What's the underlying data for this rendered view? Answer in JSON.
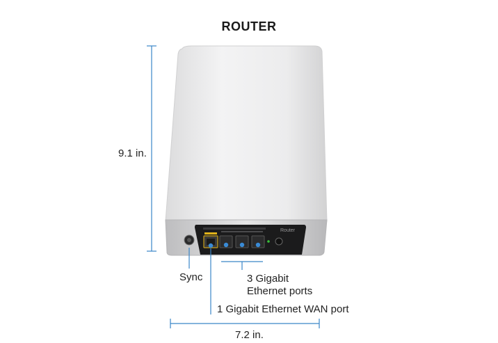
{
  "title": "ROUTER",
  "height_label": "9.1 in.",
  "width_label": "7.2 in.",
  "callouts": {
    "sync": "Sync",
    "lan_ports_line1": "3 Gigabit",
    "lan_ports_line2": "Ethernet ports",
    "wan_port": "1 Gigabit Ethernet WAN port"
  },
  "device_label": "Router",
  "colors": {
    "dimension_line": "#3a86c8",
    "body": "#e9e9ea",
    "panel": "#1b1b1c",
    "wan_accent": "#e0b21a",
    "port_led": "#3a8bd6"
  }
}
